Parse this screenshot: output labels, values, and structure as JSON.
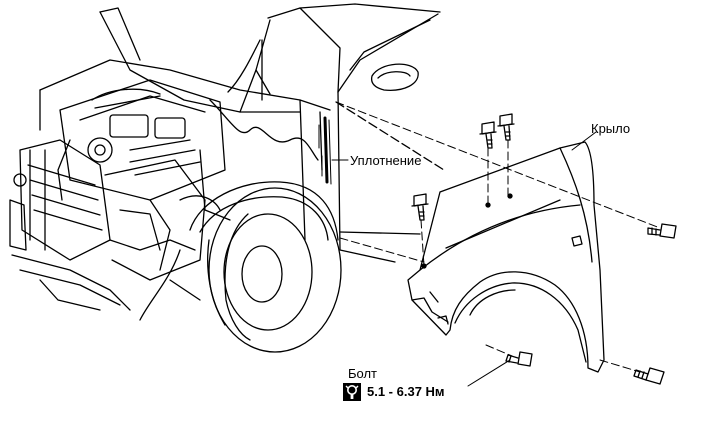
{
  "labels": {
    "seal": "Уплотнение",
    "fender": "Крыло",
    "bolt": "Болт",
    "torque": "5.1 - 6.37 Нм"
  },
  "icons": {
    "torque": "torque-wrench-icon"
  },
  "colors": {
    "line": "#000000",
    "background": "#ffffff"
  }
}
